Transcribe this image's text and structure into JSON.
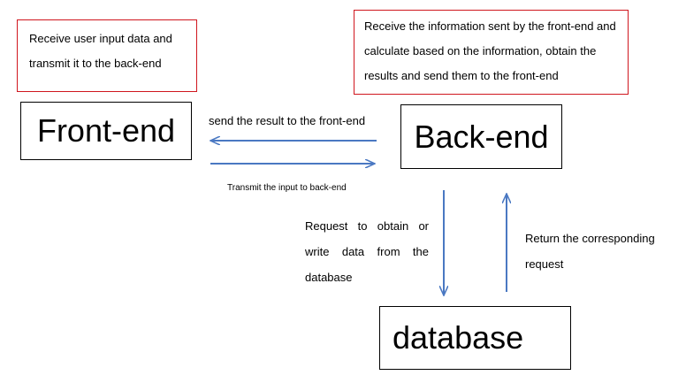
{
  "notes": {
    "frontend": "Receive user input data and transmit it to the back-end",
    "backend": "Receive the information sent by the front-end and calculate based on the information, obtain the results and send them to the front-end"
  },
  "nodes": {
    "frontend": "Front-end",
    "backend": "Back-end",
    "database": "database"
  },
  "edges": {
    "back_to_front": "send the result to the front-end",
    "front_to_back": "Transmit the input to back-end",
    "back_to_db": "Request to obtain or write data from the database",
    "db_to_back": "Return the corresponding request"
  },
  "colors": {
    "arrow": "#4a78c2",
    "note_border": "#d0161e"
  }
}
